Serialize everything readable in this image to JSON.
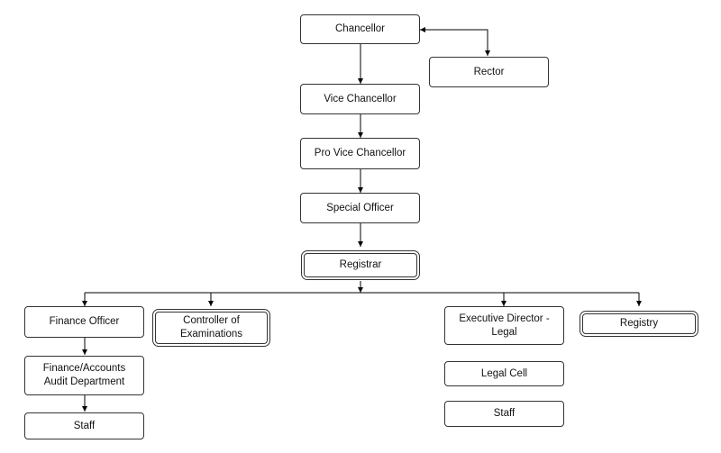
{
  "org_chart": {
    "nodes": {
      "chancellor": "Chancellor",
      "rector": "Rector",
      "vice_chancellor": "Vice Chancellor",
      "pro_vice_chancellor": "Pro Vice Chancellor",
      "special_officer": "Special Officer",
      "registrar": "Registrar",
      "finance_officer": "Finance Officer",
      "controller_of_examinations": "Controller of\nExaminations",
      "executive_director_legal": "Executive Director -\nLegal",
      "registry": "Registry",
      "finance_accounts_audit": "Finance/Accounts\nAudit Department",
      "finance_staff": "Staff",
      "legal_cell": "Legal Cell",
      "legal_staff": "Staff"
    },
    "line_color": "#000000",
    "border_color": "#333333"
  }
}
